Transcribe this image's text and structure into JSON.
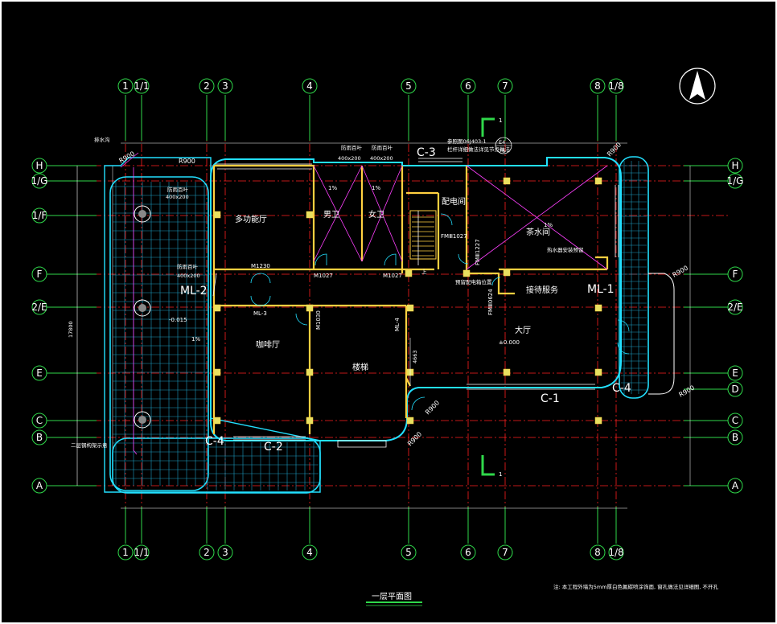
{
  "drawing": {
    "title": "一层平面图",
    "note": "注: 本工程外墙为5mm厚白色氟碳喷涂饰面, 窗孔做法见详细图, 不开孔"
  },
  "axes_top": [
    "1",
    "1/1",
    "2",
    "3",
    "4",
    "5",
    "6",
    "7",
    "8",
    "1/8"
  ],
  "axes_bottom": [
    "1",
    "1/1",
    "2",
    "3",
    "4",
    "5",
    "6",
    "7",
    "8",
    "1/8"
  ],
  "axes_left": [
    "H",
    "1/G",
    "1/F",
    "F",
    "2/E",
    "E",
    "C",
    "B",
    "A"
  ],
  "axes_right": [
    "H",
    "1/G",
    "F",
    "2/E",
    "E",
    "D",
    "C",
    "B",
    "A"
  ],
  "rooms": {
    "multi": "多功能厅",
    "mens": "男卫",
    "womens": "女卫",
    "power": "配电间",
    "tea": "茶水间",
    "reception": "接待服务",
    "hall": "大厅",
    "cafe": "咖啡厅",
    "stair": "楼梯"
  },
  "labels": {
    "c1": "C-1",
    "c2": "C-2",
    "c3": "C-3",
    "c4a": "C-4",
    "c4b": "C-4",
    "ml1": "ML-1",
    "ml2": "ML-2",
    "ml3": "ML-3",
    "ml4": "ML-4",
    "m1230": "M1230",
    "m1027a": "M1027",
    "m1027b": "M1027",
    "m1030": "M1030",
    "fm1027a": "FMⅢ1027",
    "fm1027b": "FMⅢ1227",
    "fm0624": "FMⅢ0624",
    "elev_main": "±0.000",
    "elev_side": "-0.015",
    "slope1": "1%",
    "slope2": "1%",
    "slope3": "1%",
    "slope4": "1%",
    "vent1": "防雨百叶",
    "vent1_size": "400x200",
    "vent2": "防雨百叶",
    "vent2_size": "400x200",
    "vent3": "防雨百叶",
    "vent3_size": "400x200",
    "vent4": "防雨百叶",
    "vent4_size": "400x200",
    "ref_std": "参照图06J403-1",
    "ref_note": "栏杆详细做法详见节点做法",
    "ref_idx_top": "E4",
    "ref_idx_bot": "76",
    "r900a": "R900",
    "r900b": "R900",
    "r900c": "R900",
    "r900d": "R900",
    "r900e": "R900",
    "r900f": "R900",
    "r900g": "R900",
    "dim17800": "17800",
    "dim4663": "4663",
    "stair_up": "上",
    "section_top": "1",
    "section_bot": "1",
    "left_note": "排水沟",
    "pav_note": "二层钢构架示意",
    "wh_note": "热水器安装预留",
    "elec_note": "预留配电箱位置"
  }
}
